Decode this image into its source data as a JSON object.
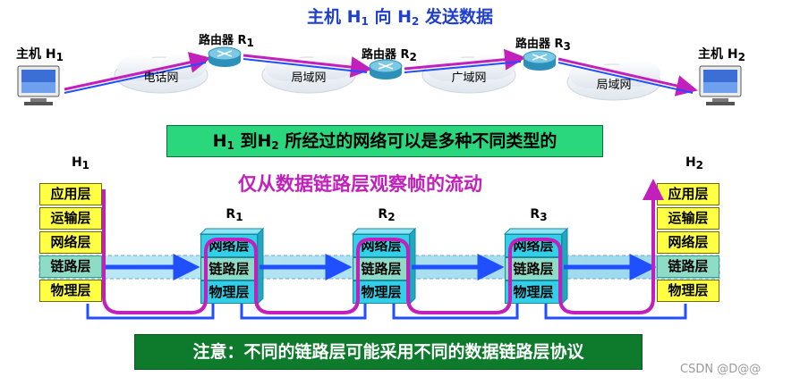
{
  "title": {
    "main": "主机 H",
    "sub1": "1",
    "mid": " 向 H",
    "sub2": "2",
    "tail": " 发送数据"
  },
  "top": {
    "host1": {
      "name": "主机 H",
      "sub": "1"
    },
    "host2": {
      "name": "主机 H",
      "sub": "2"
    },
    "routers": [
      {
        "name": "路由器 R",
        "sub": "1"
      },
      {
        "name": "路由器 R",
        "sub": "2"
      },
      {
        "name": "路由器 R",
        "sub": "3"
      }
    ],
    "clouds": [
      "电话网",
      "局域网",
      "广域网",
      "局域网"
    ]
  },
  "note_top": {
    "a": "H",
    "a_sub": "1",
    "b": " 到H",
    "b_sub": "2",
    "c": " 所经过的网络可以是多种不同类型的"
  },
  "section_title": "仅从数据链路层观察帧的流动",
  "host_stack": {
    "h1_name": "H",
    "h1_sub": "1",
    "h2_name": "H",
    "h2_sub": "2",
    "layers": [
      "应用层",
      "运输层",
      "网络层",
      "链路层",
      "物理层"
    ]
  },
  "router_stack": {
    "names": [
      {
        "name": "R",
        "sub": "1"
      },
      {
        "name": "R",
        "sub": "2"
      },
      {
        "name": "R",
        "sub": "3"
      }
    ],
    "layers": [
      "网络层",
      "链路层",
      "物理层"
    ]
  },
  "note_bottom": "注意：不同的链路层可能采用不同的数据链路层协议",
  "watermark": "CSDN @D@@",
  "colors": {
    "title_blue": "#1f3fd1",
    "magenta": "#c21fbd",
    "layer_yellow": "#ffff44",
    "router_cyan": "#32d0e8",
    "link_teal": "#8fdcc6",
    "flow_blue": "#1f4fff",
    "green_note": "#2bd77d",
    "dark_green_note": "#0e7a2b"
  }
}
